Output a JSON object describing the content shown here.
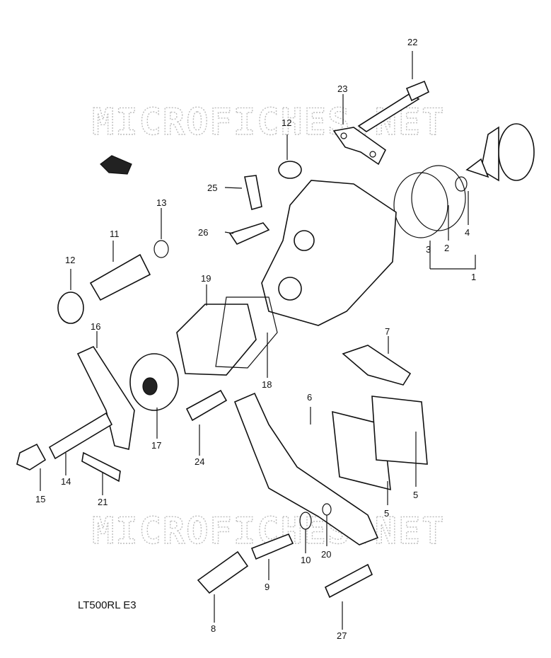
{
  "watermarks": [
    "MICROFICHES.NET",
    "MICROFICHES.NET"
  ],
  "model_label": "LT500RL  E3",
  "front_marker": "FRONT",
  "callouts": {
    "c1": "1",
    "c2": "2",
    "c3": "3",
    "c4": "4",
    "c5a": "5",
    "c5b": "5",
    "c6": "6",
    "c7": "7",
    "c8": "8",
    "c9": "9",
    "c10": "10",
    "c11": "11",
    "c12a": "12",
    "c12b": "12",
    "c13": "13",
    "c14": "14",
    "c15": "15",
    "c16": "16",
    "c17": "17",
    "c18": "18",
    "c19": "19",
    "c20": "20",
    "c21": "21",
    "c22": "22",
    "c23": "23",
    "c24": "24",
    "c25": "25",
    "c26": "26",
    "c27": "27"
  }
}
